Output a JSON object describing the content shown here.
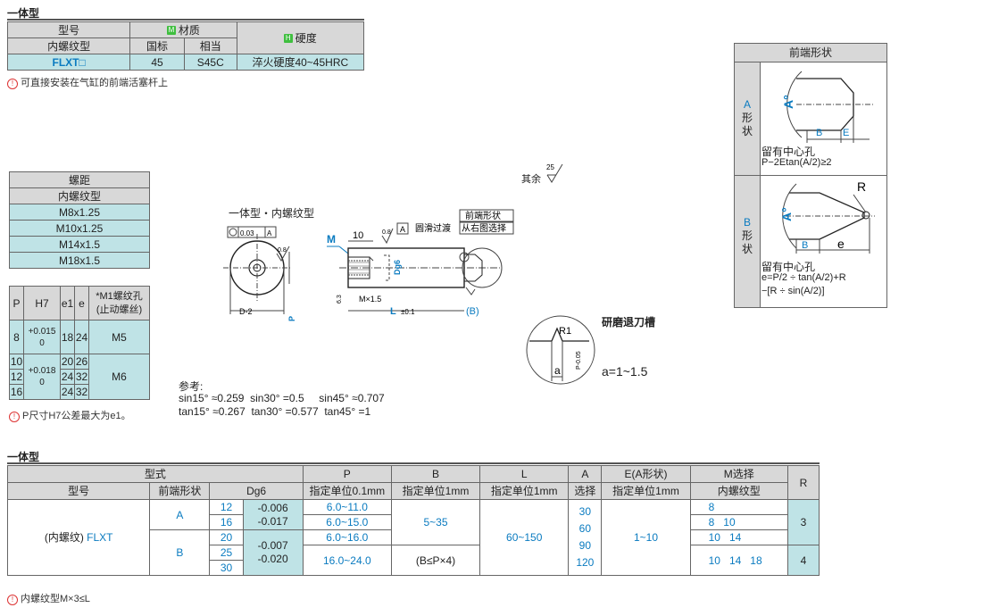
{
  "top": {
    "section_title": "一体型",
    "table": {
      "h_model": "型号",
      "h_material": "材质",
      "h_hardness": "硬度",
      "h_type": "内螺纹型",
      "h_gb": "国标",
      "h_equiv": "相当",
      "model": "FLXT□",
      "gb": "45",
      "equiv": "S45C",
      "hardness": "淬火硬度40~45HRC",
      "badge_m": "M",
      "badge_h": "H"
    },
    "note": "可直接安装在气缸的前端活塞杆上"
  },
  "pitch_table": {
    "title": "螺距",
    "subtitle": "内螺纹型",
    "rows": [
      "M8x1.25",
      "M10x1.25",
      "M14x1.5",
      "M18x1.5"
    ]
  },
  "dim_table": {
    "h_p": "P",
    "h_h7": "H7",
    "h_e1": "e1",
    "h_e": "e",
    "h_m1": "*M1螺纹孔",
    "h_m1b": "(止动螺丝)",
    "tol_a": "+0.015",
    "tol_a0": "0",
    "tol_b": "+0.018",
    "tol_b0": "0",
    "rows": [
      {
        "p": "8",
        "e1": "18",
        "e": "24",
        "m": "M5"
      },
      {
        "p": "10",
        "e1": "20",
        "e": "26",
        "m": "M6"
      },
      {
        "p": "12",
        "e1": "24",
        "e": "32",
        "m": ""
      },
      {
        "p": "16",
        "e1": "24",
        "e": "32",
        "m": ""
      }
    ],
    "note": "P尺寸H7公差最大为e1。"
  },
  "drawing": {
    "title": "一体型・内螺纹型",
    "roughness": "其余",
    "roughness_val": "25",
    "labels": {
      "m": "M",
      "ten": "10",
      "a_box": "A",
      "smooth": "圆滑过渡",
      "front_shape": "前端形状",
      "select_from": "从右图选择",
      "flatness": "0.03",
      "flat_a": "A",
      "rough08": "0.8",
      "d_tol": "D-2",
      "p_tol": "P",
      "dg6": "Dg6",
      "m15": "M×1.5",
      "l_label": "L",
      "l_tol": "±0.1",
      "b_label": "(B)",
      "seven": "6.3"
    },
    "ref_title": "参考:",
    "ref_line1": "sin15° ≈0.259  sin30° =0.5     sin45° ≈0.707",
    "ref_line2": "tan15° ≈0.267  tan30° =0.577  tan45° =1"
  },
  "groove": {
    "title": "研磨退刀槽",
    "r1": "R1",
    "a": "a",
    "formula": "a=1~1.5",
    "ptol": "P-0.05"
  },
  "front": {
    "title": "前端形状",
    "a_label": [
      "A",
      "形",
      "状"
    ],
    "b_label": [
      "B",
      "形",
      "状"
    ],
    "a_deg": "A°",
    "a_b": "B",
    "a_e": "E",
    "a_note1": "留有中心孔",
    "a_note2": "P−2Etan(A/2)≥2",
    "b_deg": "A°",
    "b_r": "R",
    "b_b": "B",
    "b_e": "e",
    "b_note1": "留有中心孔",
    "b_note2": "e=P/2 ÷ tan(A/2)+R",
    "b_note3": "−[R ÷ sin(A/2)]"
  },
  "bottom": {
    "section_title": "一体型",
    "h_form": "型式",
    "h_p": "P",
    "h_b": "B",
    "h_l": "L",
    "h_a": "A",
    "h_e": "E(A形状)",
    "h_msel": "M选择",
    "h_r": "R",
    "h_model": "型号",
    "h_front": "前端形状",
    "h_dg6": "Dg6",
    "h_p_unit": "指定单位0.1mm",
    "h_b_unit": "指定单位1mm",
    "h_l_unit": "指定单位1mm",
    "h_a_sel": "选择",
    "h_e_unit": "指定单位1mm",
    "h_m_type": "内螺纹型",
    "model_prefix": "(内螺纹)",
    "model": "FLXT",
    "shape_a": "A",
    "shape_b": "B",
    "d": [
      "12",
      "16",
      "20",
      "25",
      "30"
    ],
    "tol1": "-0.006",
    "tol1b": "-0.017",
    "tol2": "-0.007",
    "tol2b": "-0.020",
    "p": [
      "6.0~11.0",
      "6.0~15.0",
      "6.0~16.0",
      "16.0~24.0"
    ],
    "b": "5~35",
    "b_note": "(B≤P×4)",
    "l": "60~150",
    "a": [
      "30",
      "60",
      "90",
      "120"
    ],
    "e": "1~10",
    "m": [
      "8",
      "8   10",
      "10   14",
      "10   14   18"
    ],
    "r": [
      "3",
      "4"
    ],
    "note": "内螺纹型M×3≤L"
  }
}
